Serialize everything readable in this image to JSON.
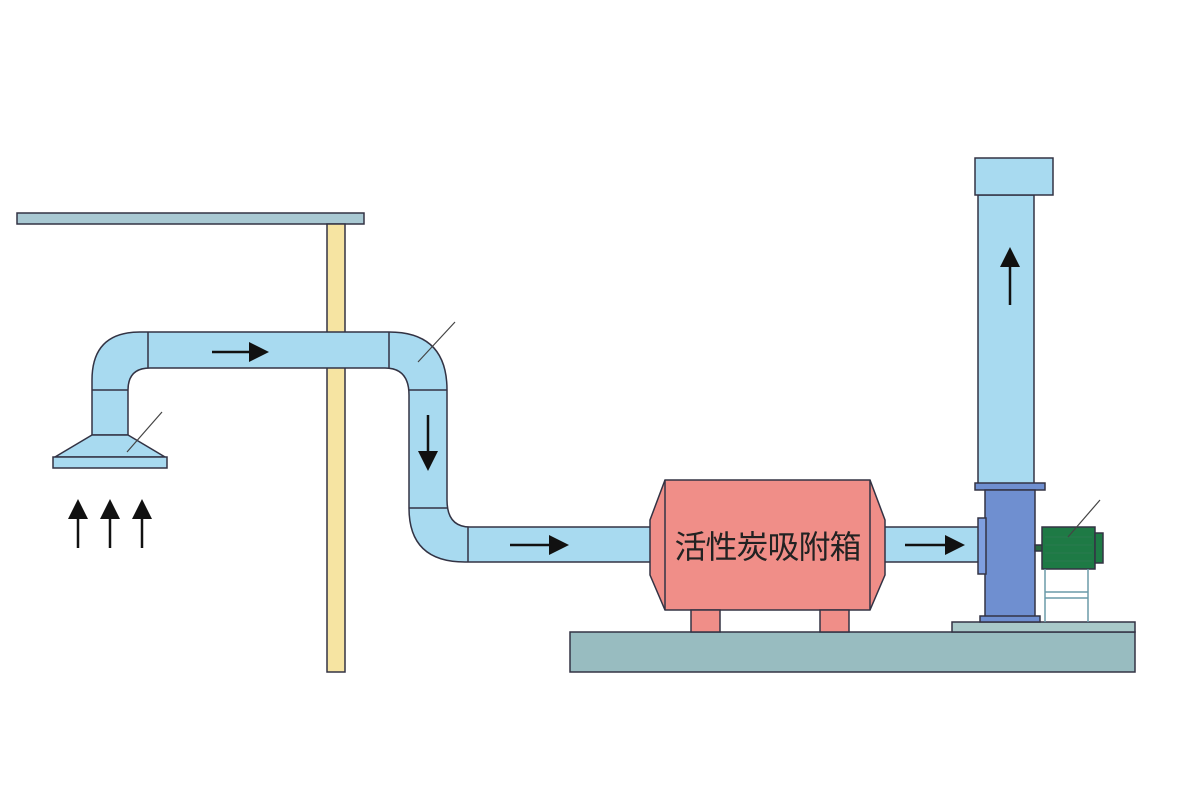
{
  "diagram": {
    "adsorption_box_label": "活性炭吸附箱",
    "flow_direction": [
      "up-into-hood",
      "right",
      "down",
      "right",
      "right",
      "up-stack"
    ]
  },
  "colors": {
    "duct": "#a8daf0",
    "box": "#f08e88",
    "fan": "#6f8fd0",
    "motor": "#1e7a45",
    "base": "#98bcc0",
    "post": "#f6e4a2"
  }
}
